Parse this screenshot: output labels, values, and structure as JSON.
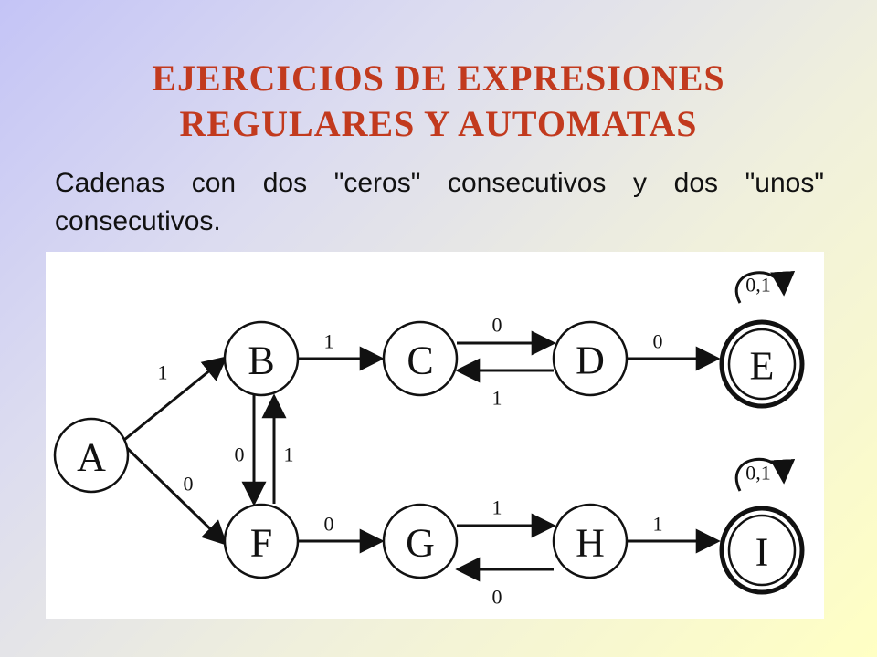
{
  "slide": {
    "title_line1": "EJERCICIOS DE EXPRESIONES",
    "title_line2": "REGULARES Y AUTOMATAS",
    "body": "Cadenas con dos \"ceros\" consecutivos y dos \"unos\" consecutivos."
  },
  "colors": {
    "title": "#c23a1e",
    "bg_start": "#c4c4f6",
    "bg_end": "#ffffc4",
    "diagram_ink": "#111111"
  },
  "automaton": {
    "states": [
      {
        "id": "A",
        "label": "A",
        "accepting": false
      },
      {
        "id": "B",
        "label": "B",
        "accepting": false
      },
      {
        "id": "C",
        "label": "C",
        "accepting": false
      },
      {
        "id": "D",
        "label": "D",
        "accepting": false
      },
      {
        "id": "E",
        "label": "E",
        "accepting": true
      },
      {
        "id": "F",
        "label": "F",
        "accepting": false
      },
      {
        "id": "G",
        "label": "G",
        "accepting": false
      },
      {
        "id": "H",
        "label": "H",
        "accepting": false
      },
      {
        "id": "I",
        "label": "I",
        "accepting": true
      }
    ],
    "transitions": [
      {
        "from": "A",
        "to": "B",
        "label": "1"
      },
      {
        "from": "A",
        "to": "F",
        "label": "0"
      },
      {
        "from": "B",
        "to": "C",
        "label": "1"
      },
      {
        "from": "B",
        "to": "F",
        "label": "0"
      },
      {
        "from": "F",
        "to": "B",
        "label": "1"
      },
      {
        "from": "C",
        "to": "D",
        "label": "0"
      },
      {
        "from": "D",
        "to": "C",
        "label": "1"
      },
      {
        "from": "D",
        "to": "E",
        "label": "0"
      },
      {
        "from": "E",
        "to": "E",
        "label": "0,1"
      },
      {
        "from": "F",
        "to": "G",
        "label": "0"
      },
      {
        "from": "G",
        "to": "H",
        "label": "1"
      },
      {
        "from": "H",
        "to": "G",
        "label": "0"
      },
      {
        "from": "H",
        "to": "I",
        "label": "1"
      },
      {
        "from": "I",
        "to": "I",
        "label": "0,1"
      }
    ]
  }
}
